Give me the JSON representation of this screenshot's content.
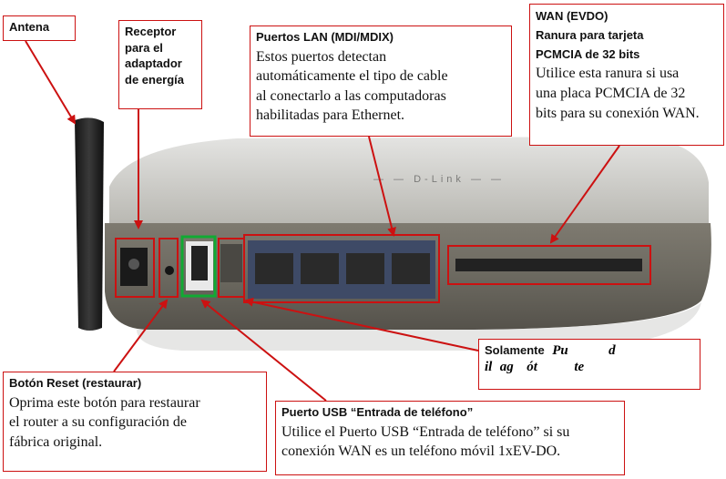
{
  "labels": {
    "antena": "Antena",
    "receptor": [
      "Receptor",
      "para el",
      "adaptador",
      "de energía"
    ],
    "lan": {
      "title": "Puertos LAN (MDI/MDIX)",
      "lines": [
        "Estos puertos detectan",
        "automáticamente el tipo de cable",
        "al conectarlo a las computadoras",
        "habilitadas para Ethernet."
      ]
    },
    "wan": {
      "title_lines": [
        "WAN (EVDO)",
        "Ranura para tarjeta",
        "PCMCIA de 32 bits"
      ],
      "lines": [
        "Utilice esta ranura si usa",
        "una placa PCMCIA de 32",
        "bits para su conexión WAN."
      ]
    },
    "solamente": {
      "title": "Solamente",
      "frag1": [
        "Pu",
        "d"
      ],
      "frag2": [
        "il",
        "ag",
        "ót",
        "te"
      ]
    },
    "reset": {
      "title": "Botón Reset (restaurar)",
      "lines": [
        "Oprima este botón para restaurar",
        "el router a su configuración de",
        "fábrica original."
      ]
    },
    "usb": {
      "title": "Puerto USB “Entrada de teléfono”",
      "lines": [
        "Utilice el Puerto USB “Entrada de teléfono” si su",
        "conexión WAN es un teléfono móvil 1xEV-DO."
      ]
    }
  },
  "colors": {
    "accent": "#cc1111",
    "usb_highlight": "#11aa33"
  }
}
